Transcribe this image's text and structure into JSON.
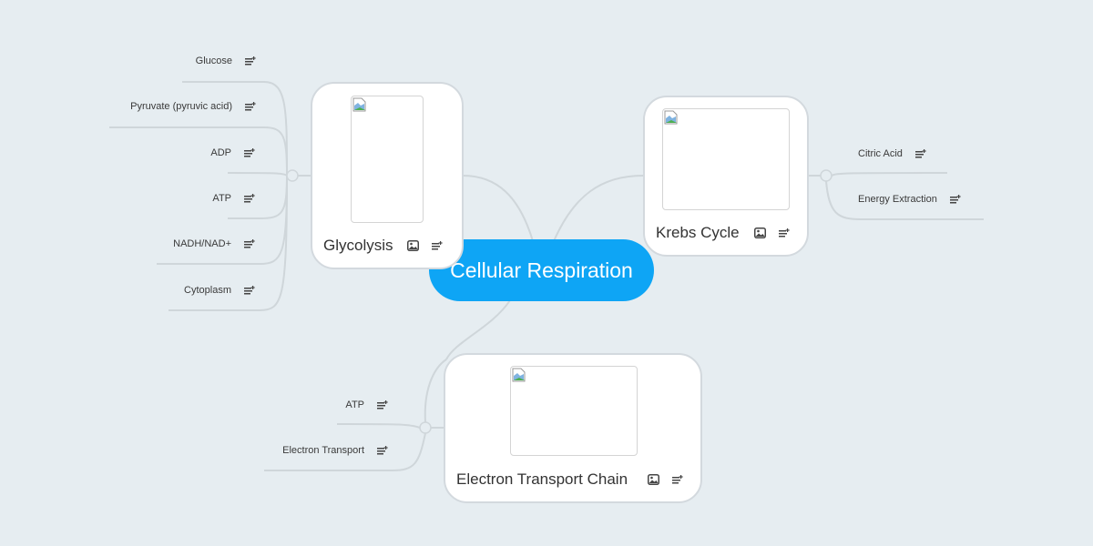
{
  "map": {
    "central": {
      "label": "Cellular Respiration",
      "color": "#0ea5f5"
    },
    "topics": [
      {
        "id": "glycolysis",
        "label": "Glycolysis",
        "has_image": true,
        "children": [
          "Glucose",
          "Pyruvate (pyruvic acid)",
          "ADP",
          "ATP",
          "NADH/NAD+",
          "Cytoplasm"
        ]
      },
      {
        "id": "krebs",
        "label": "Krebs Cycle",
        "has_image": true,
        "children": [
          "Citric Acid",
          "Energy Extraction"
        ]
      },
      {
        "id": "etc",
        "label": "Electron Transport Chain",
        "has_image": true,
        "children": [
          "ATP",
          "Electron Transport"
        ]
      }
    ]
  },
  "icons": {
    "note": "add-note-icon",
    "image": "image-icon"
  },
  "colors": {
    "background": "#e6edf1",
    "branch": "#cfd6da",
    "topic_border": "#d3d9de"
  }
}
